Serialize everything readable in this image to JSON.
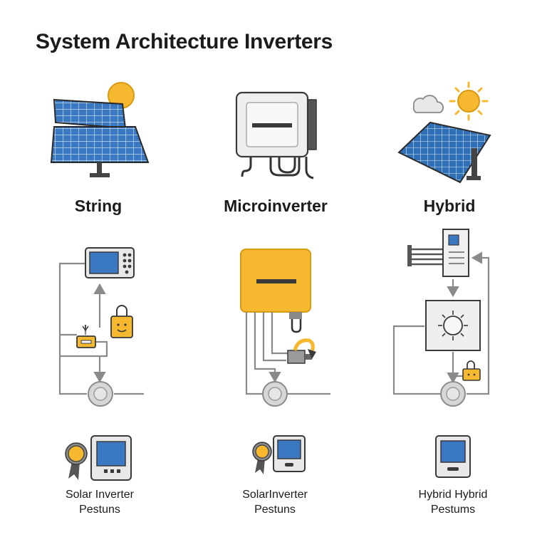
{
  "page": {
    "title": "System Architecture Inverters"
  },
  "columns": [
    {
      "label": "String",
      "caption_line1": "Solar Inverter",
      "caption_line2": "Pestuns"
    },
    {
      "label": "Microinverter",
      "caption_line1": "SolarInverter",
      "caption_line2": "Pestuns"
    },
    {
      "label": "Hybrid",
      "caption_line1": "Hybrid Hybrid",
      "caption_line2": "Pestums"
    }
  ],
  "colors": {
    "panel_blue": "#2f6fb5",
    "accent_yellow": "#f5b82e",
    "line_gray": "#8a8a8a",
    "outline": "#3a3a3a"
  }
}
